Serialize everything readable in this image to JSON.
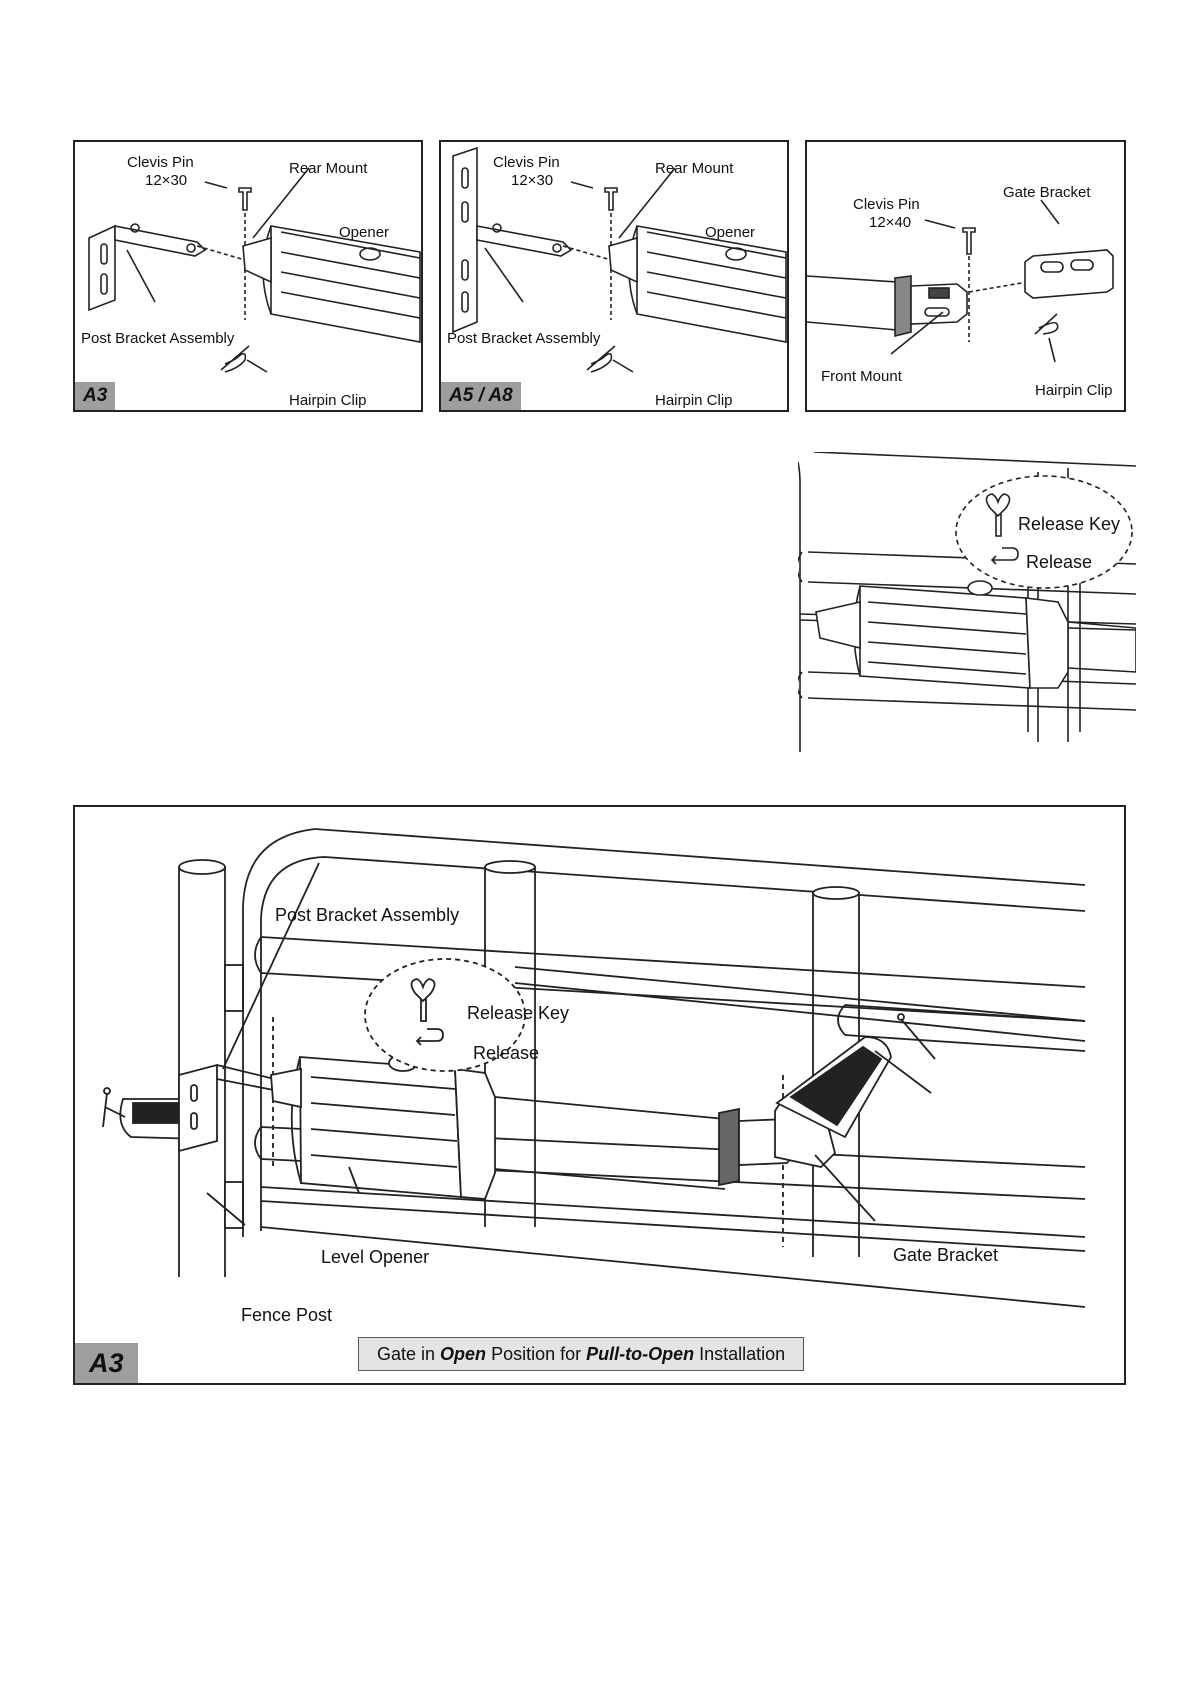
{
  "panels": {
    "a3_small": {
      "tag": "A3",
      "clevis_pin": "Clevis Pin",
      "pin_size": "12×30",
      "rear_mount": "Rear Mount",
      "opener": "Opener",
      "post_bracket": "Post Bracket Assembly",
      "hairpin": "Hairpin Clip"
    },
    "a5a8": {
      "tag": "A5 / A8",
      "clevis_pin": "Clevis Pin",
      "pin_size": "12×30",
      "rear_mount": "Rear Mount",
      "opener": "Opener",
      "post_bracket": "Post Bracket Assembly",
      "hairpin": "Hairpin Clip"
    },
    "front": {
      "clevis_pin": "Clevis Pin",
      "pin_size": "12×40",
      "gate_bracket": "Gate Bracket",
      "front_mount": "Front Mount",
      "hairpin": "Hairpin Clip"
    }
  },
  "release_detail": {
    "release_key": "Release Key",
    "release": "Release"
  },
  "main": {
    "tag": "A3",
    "post_bracket": "Post Bracket Assembly",
    "release_key": "Release Key",
    "release": "Release",
    "level_opener": "Level Opener",
    "fence_post": "Fence Post",
    "gate_bracket": "Gate Bracket",
    "caption_pre": "Gate in ",
    "caption_open": "Open",
    "caption_mid": " Position for ",
    "caption_pull": "Pull-to-Open",
    "caption_post": " Installation"
  }
}
